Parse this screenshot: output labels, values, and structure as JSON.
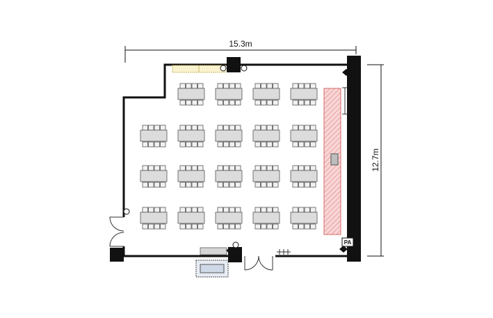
{
  "dimensions": {
    "width_label": "15.3m",
    "height_label": "12.7m"
  },
  "equipment": {
    "pa_label": "PA"
  },
  "seating": {
    "rows": 4,
    "columns": 5,
    "first_row_empty_columns": 1,
    "chairs_per_side": 4
  },
  "colors": {
    "wall": "#111111",
    "table_fill": "#dcdcdc",
    "chair_fill": "#f2f2f2",
    "stage_fill": "#f7c9c9",
    "stage_stroke": "#d46a6a",
    "storage_fill": "#fbf3cf",
    "counter_fill": "#cfd8e6"
  }
}
